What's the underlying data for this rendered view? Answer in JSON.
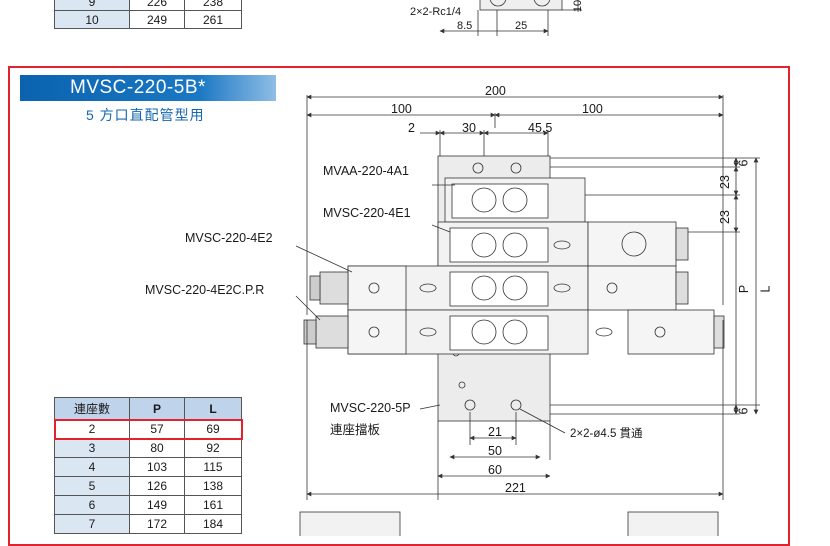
{
  "top_table": {
    "rows": [
      {
        "n": "9",
        "p": "226",
        "l": "238"
      },
      {
        "n": "10",
        "p": "249",
        "l": "261"
      }
    ]
  },
  "top_drawing": {
    "port_label": "2×2-Rc1/4",
    "dim_left": "8.5",
    "dim_right": "25",
    "dim_vertical": "10"
  },
  "section": {
    "title": "MVSC-220-5B*",
    "subtitle": "5 方口直配管型用"
  },
  "callouts": {
    "mvaa": "MVAA-220-4A1",
    "mvsc_e1": "MVSC-220-4E1",
    "mvsc_e2": "MVSC-220-4E2",
    "mvsc_e2c": "MVSC-220-4E2C.P.R",
    "plate_model": "MVSC-220-5P",
    "plate_name": "連座擋板",
    "through_hole": "2×2-ø4.5 貫通"
  },
  "dimensions": {
    "total_width": "200",
    "half_left": "100",
    "half_right": "100",
    "d2": "2",
    "d30": "30",
    "d45_5": "45.5",
    "d6_top": "6",
    "d23_a": "23",
    "d23_b": "23",
    "p_label": "P",
    "l_label": "L",
    "d6_bottom": "6",
    "d21": "21",
    "d50": "50",
    "d60": "60",
    "d221": "221"
  },
  "connection_table": {
    "headers": [
      "連座數",
      "P",
      "L"
    ],
    "highlight_row": 0,
    "rows": [
      {
        "n": "2",
        "p": "57",
        "l": "69"
      },
      {
        "n": "3",
        "p": "80",
        "l": "92"
      },
      {
        "n": "4",
        "p": "103",
        "l": "115"
      },
      {
        "n": "5",
        "p": "126",
        "l": "138"
      },
      {
        "n": "6",
        "p": "149",
        "l": "161"
      },
      {
        "n": "7",
        "p": "172",
        "l": "184"
      }
    ]
  },
  "colors": {
    "frame_red": "#e2222d",
    "title_blue": "#0b63b0",
    "subtitle_blue": "#1567b2",
    "table_header": "#bfd3ea",
    "table_first_col": "#dbe6f3",
    "part_fill": "#e9e9e9"
  }
}
